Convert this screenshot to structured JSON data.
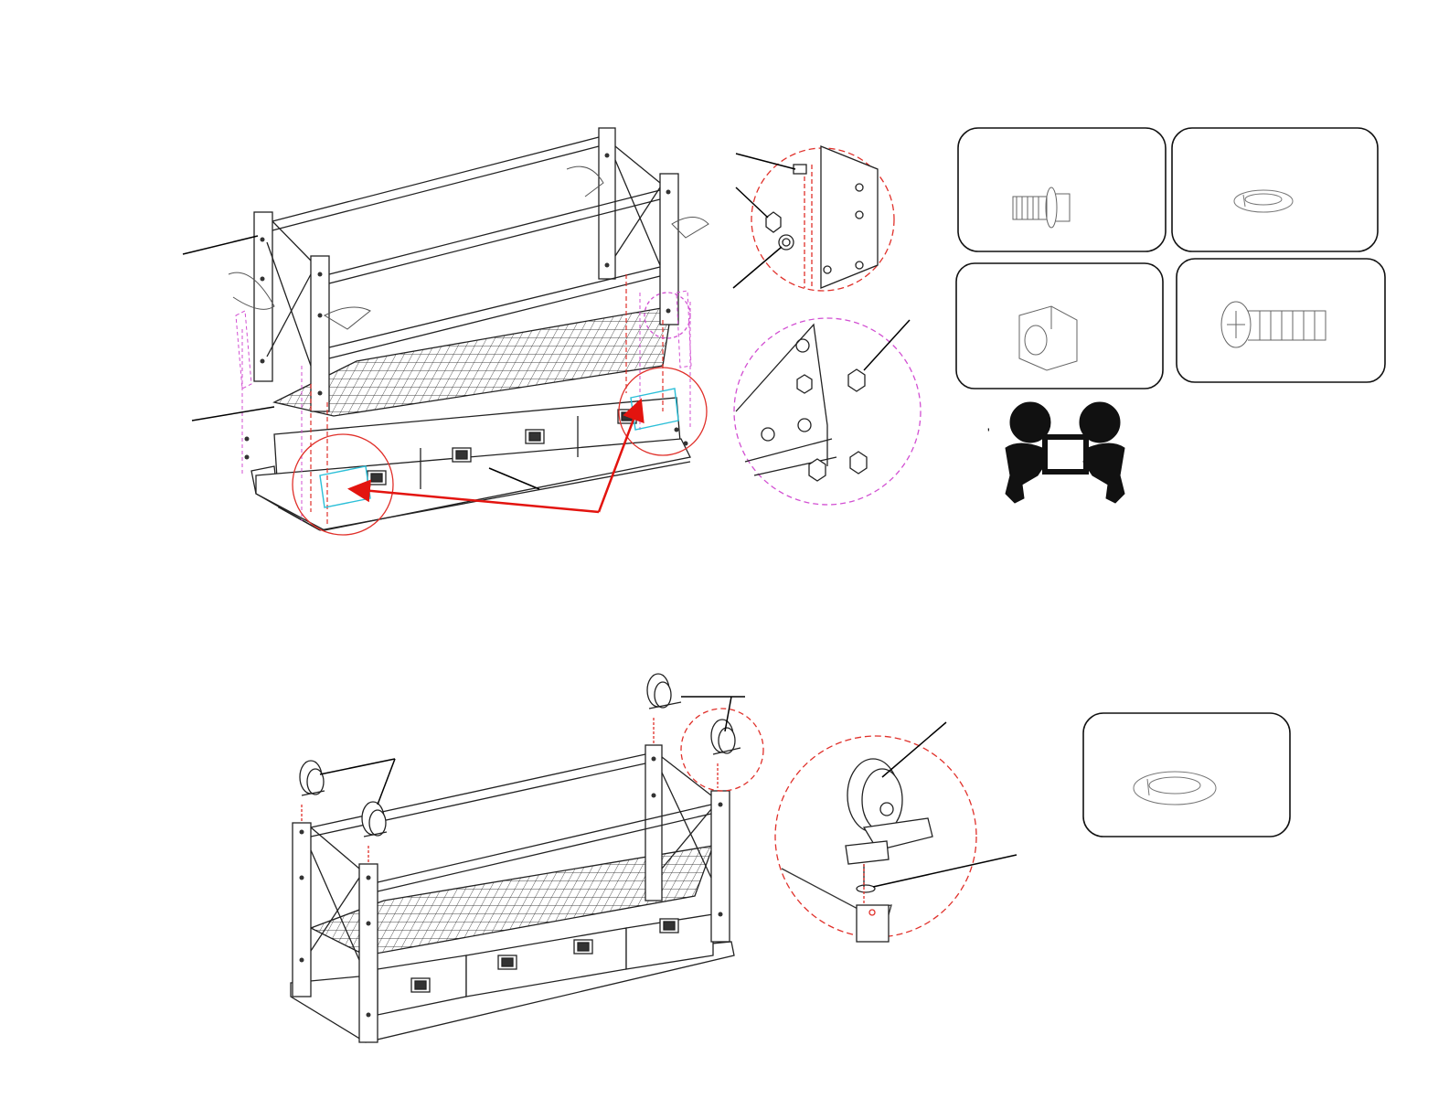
{
  "document": {
    "type": "assembly-instructions",
    "steps": [
      {
        "id": "frame-assembly",
        "note_tick": "'"
      },
      {
        "id": "caster-installation"
      }
    ],
    "hardware_boxes": [
      {
        "part": "flange-bolt",
        "icon": "flange-bolt-icon"
      },
      {
        "part": "lock-washer",
        "icon": "lock-washer-icon"
      },
      {
        "part": "hex-nut",
        "icon": "hex-nut-icon"
      },
      {
        "part": "phillips-screw",
        "icon": "phillips-screw-icon"
      },
      {
        "part": "lock-washer-caster",
        "icon": "lock-washer-icon"
      }
    ],
    "colors": {
      "line": "#222222",
      "guide": "#e0302a",
      "magenta": "#d24fd2",
      "highlight": "#2bbfd8",
      "arrow": "#e3140f"
    }
  }
}
